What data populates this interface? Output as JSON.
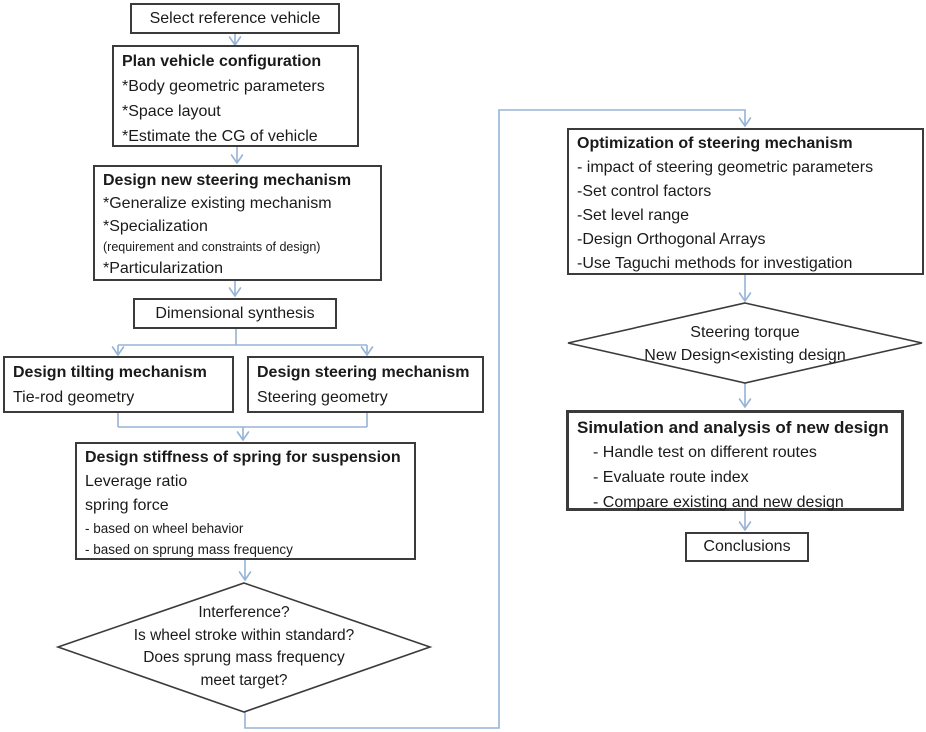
{
  "colors": {
    "background": "#ffffff",
    "connector": "#95b3d7",
    "box_border": "#3b3b3b",
    "text": "#1a1a1a"
  },
  "nodes": {
    "select_reference": {
      "label": "Select reference vehicle"
    },
    "plan_vehicle": {
      "title": "Plan vehicle configuration",
      "lines": [
        "*Body geometric parameters",
        "*Space layout",
        "*Estimate the CG of vehicle"
      ]
    },
    "design_new_steering": {
      "title": "Design new steering mechanism",
      "line1": "*Generalize existing mechanism",
      "line2": "*Specialization",
      "note": "(requirement and constraints of design)",
      "line3": "*Particularization"
    },
    "dimensional_synthesis": {
      "label": "Dimensional synthesis"
    },
    "design_tilting": {
      "title": "Design tilting mechanism",
      "line": "Tie-rod geometry"
    },
    "design_steering": {
      "title": "Design steering mechanism",
      "line": "Steering geometry"
    },
    "design_stiffness": {
      "title": "Design stiffness of spring for suspension",
      "line1": "Leverage ratio",
      "line2": "spring force",
      "sub1": "- based on wheel behavior",
      "sub2": "- based on sprung mass frequency"
    },
    "decision_suspension": {
      "line1": "Interference?",
      "line2": "Is wheel stroke within standard?",
      "line3": "Does sprung mass frequency",
      "line4": "meet target?"
    },
    "optimization": {
      "title": "Optimization of steering mechanism",
      "lines": [
        "- impact of steering geometric parameters",
        "-Set control factors",
        "-Set level range",
        "-Design Orthogonal Arrays",
        "-Use Taguchi methods for investigation"
      ]
    },
    "decision_torque": {
      "line1": "Steering torque",
      "line2": "New Design<existing design"
    },
    "simulation": {
      "title": "Simulation and analysis of new design",
      "lines": [
        "- Handle test on different routes",
        "- Evaluate route index",
        "- Compare existing and new design"
      ]
    },
    "conclusions": {
      "label": "Conclusions"
    }
  }
}
